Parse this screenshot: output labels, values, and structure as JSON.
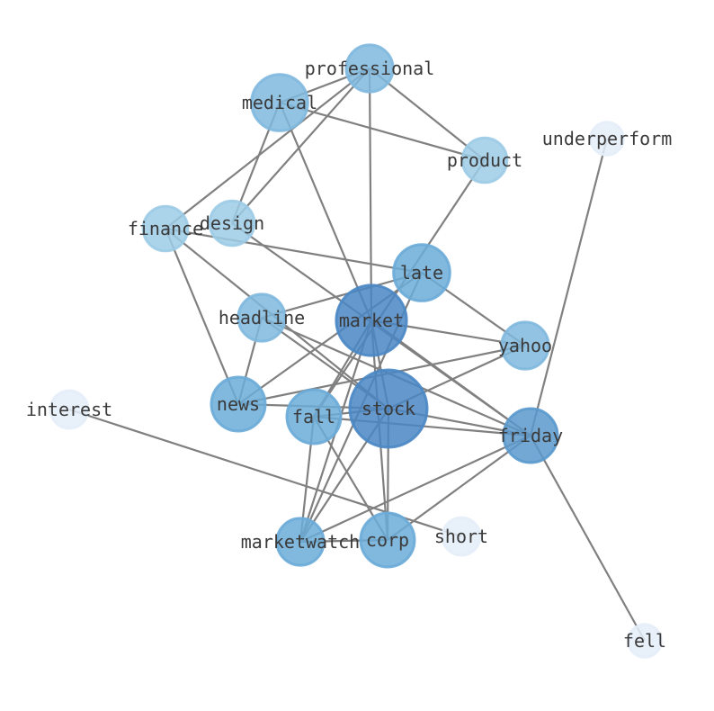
{
  "graph": {
    "nodes": [
      {
        "id": "professional",
        "label": "professional",
        "weight": 0.35,
        "color": "#7fb8de"
      },
      {
        "id": "medical",
        "label": "medical",
        "weight": 0.55,
        "color": "#7fb8de"
      },
      {
        "id": "product",
        "label": "product",
        "weight": 0.3,
        "color": "#9ccbe6"
      },
      {
        "id": "underperform",
        "label": "underperform",
        "weight": 0.05,
        "color": "#e4edf8"
      },
      {
        "id": "finance",
        "label": "finance",
        "weight": 0.3,
        "color": "#9ccbe6"
      },
      {
        "id": "design",
        "label": "design",
        "weight": 0.3,
        "color": "#9ccbe6"
      },
      {
        "id": "late",
        "label": "late",
        "weight": 0.55,
        "color": "#6aabd8"
      },
      {
        "id": "headline",
        "label": "headline",
        "weight": 0.35,
        "color": "#7fb8de"
      },
      {
        "id": "market",
        "label": "market",
        "weight": 0.85,
        "color": "#4a87c4"
      },
      {
        "id": "yahoo",
        "label": "yahoo",
        "weight": 0.35,
        "color": "#7fb8de"
      },
      {
        "id": "interest",
        "label": "interest",
        "weight": 0.15,
        "color": "#e4edf8"
      },
      {
        "id": "news",
        "label": "news",
        "weight": 0.5,
        "color": "#6aabd8"
      },
      {
        "id": "fall",
        "label": "fall",
        "weight": 0.5,
        "color": "#6aabd8"
      },
      {
        "id": "stock",
        "label": "stock",
        "weight": 1.0,
        "color": "#4a87c4"
      },
      {
        "id": "friday",
        "label": "friday",
        "weight": 0.5,
        "color": "#5a99cd"
      },
      {
        "id": "marketwatch",
        "label": "marketwatch",
        "weight": 0.35,
        "color": "#6aabd8"
      },
      {
        "id": "corp",
        "label": "corp",
        "weight": 0.5,
        "color": "#6aabd8"
      },
      {
        "id": "short",
        "label": "short",
        "weight": 0.15,
        "color": "#e4edf8"
      },
      {
        "id": "fell",
        "label": "fell",
        "weight": 0.05,
        "color": "#e4edf8"
      }
    ],
    "edges": [
      [
        "professional",
        "medical"
      ],
      [
        "professional",
        "finance"
      ],
      [
        "professional",
        "design"
      ],
      [
        "professional",
        "product"
      ],
      [
        "professional",
        "market"
      ],
      [
        "medical",
        "product"
      ],
      [
        "medical",
        "design"
      ],
      [
        "medical",
        "market"
      ],
      [
        "product",
        "fall"
      ],
      [
        "underperform",
        "friday"
      ],
      [
        "finance",
        "late"
      ],
      [
        "finance",
        "stock"
      ],
      [
        "finance",
        "news"
      ],
      [
        "design",
        "friday"
      ],
      [
        "late",
        "headline"
      ],
      [
        "late",
        "yahoo"
      ],
      [
        "late",
        "news"
      ],
      [
        "late",
        "marketwatch"
      ],
      [
        "headline",
        "news"
      ],
      [
        "headline",
        "friday"
      ],
      [
        "headline",
        "stock"
      ],
      [
        "market",
        "yahoo"
      ],
      [
        "market",
        "friday"
      ],
      [
        "market",
        "stock"
      ],
      [
        "market",
        "corp"
      ],
      [
        "market",
        "marketwatch"
      ],
      [
        "market",
        "fall"
      ],
      [
        "yahoo",
        "stock"
      ],
      [
        "yahoo",
        "news"
      ],
      [
        "interest",
        "short"
      ],
      [
        "news",
        "stock"
      ],
      [
        "fall",
        "stock"
      ],
      [
        "fall",
        "friday"
      ],
      [
        "fall",
        "marketwatch"
      ],
      [
        "fall",
        "corp"
      ],
      [
        "stock",
        "friday"
      ],
      [
        "stock",
        "marketwatch"
      ],
      [
        "stock",
        "corp"
      ],
      [
        "friday",
        "marketwatch"
      ],
      [
        "friday",
        "corp"
      ],
      [
        "friday",
        "fell"
      ],
      [
        "marketwatch",
        "corp"
      ]
    ]
  }
}
